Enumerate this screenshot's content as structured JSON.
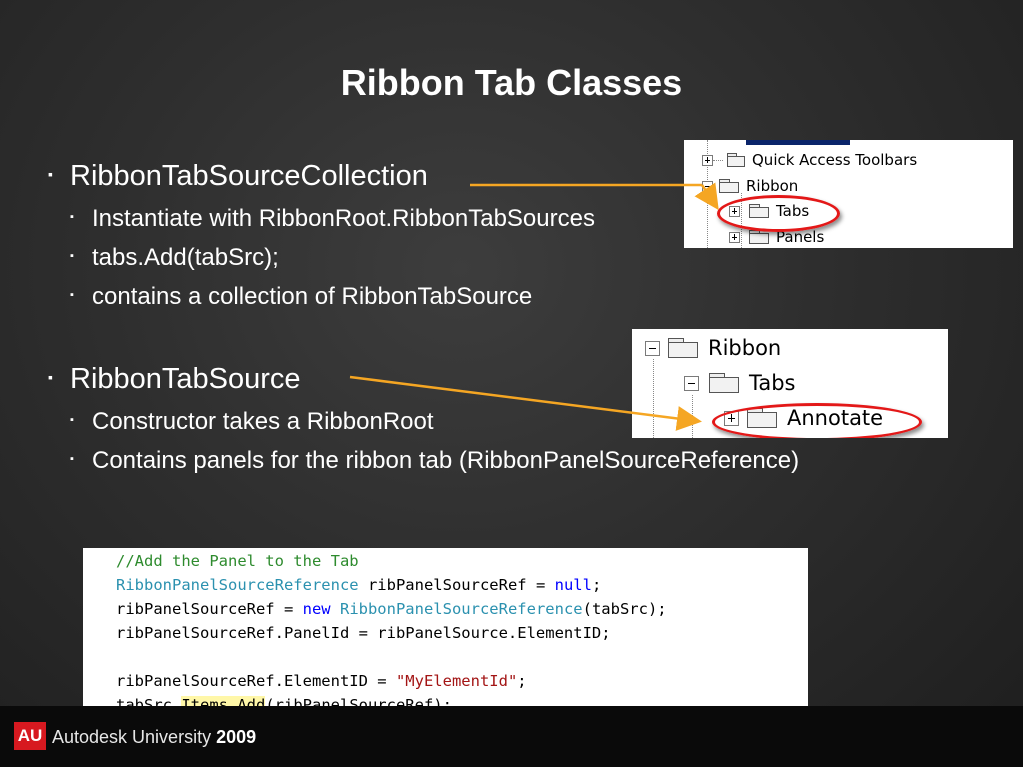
{
  "slide": {
    "title": "Ribbon Tab Classes",
    "bullets": [
      {
        "text": "RibbonTabSourceCollection"
      },
      {
        "text": "Instantiate with RibbonRoot.RibbonTabSources"
      },
      {
        "text": "tabs.Add(tabSrc);"
      },
      {
        "text": "contains a collection of RibbonTabSource"
      },
      {
        "text": "RibbonTabSource"
      },
      {
        "text": "Constructor takes a RibbonRoot"
      },
      {
        "text": "Contains panels for the ribbon tab (RibbonPanelSourceReference)"
      }
    ],
    "bullet_marker": "▪"
  },
  "tree1": {
    "items": [
      "Quick Access Toolbars",
      "Ribbon",
      "Tabs",
      "Panels"
    ]
  },
  "tree2": {
    "items": [
      "Ribbon",
      "Tabs",
      "Annotate"
    ]
  },
  "code": {
    "comment": "//Add the Panel to the Tab",
    "l2_type": "RibbonPanelSourceReference",
    "l2_mid": " ribPanelSourceRef = ",
    "l2_kw": "null",
    "l2_end": ";",
    "l3_start": "ribPanelSourceRef = ",
    "l3_kw": "new",
    "l3_sp": " ",
    "l3_type": "RibbonPanelSourceReference",
    "l3_end": "(tabSrc);",
    "l4": "ribPanelSourceRef.PanelId = ribPanelSource.ElementID;",
    "l6_start": "ribPanelSourceRef.ElementID = ",
    "l6_str": "\"MyElementId\"",
    "l6_end": ";",
    "l7_start": "tabSrc.",
    "l7_hl": "Items.Add",
    "l7_end": "(ribPanelSourceRef);"
  },
  "footer": {
    "logo": "AU",
    "brand": "Autodesk University",
    "year": "2009"
  },
  "colors": {
    "arrow": "#f5a623",
    "highlight_ring": "#e31818",
    "logo_red": "#d71920"
  }
}
